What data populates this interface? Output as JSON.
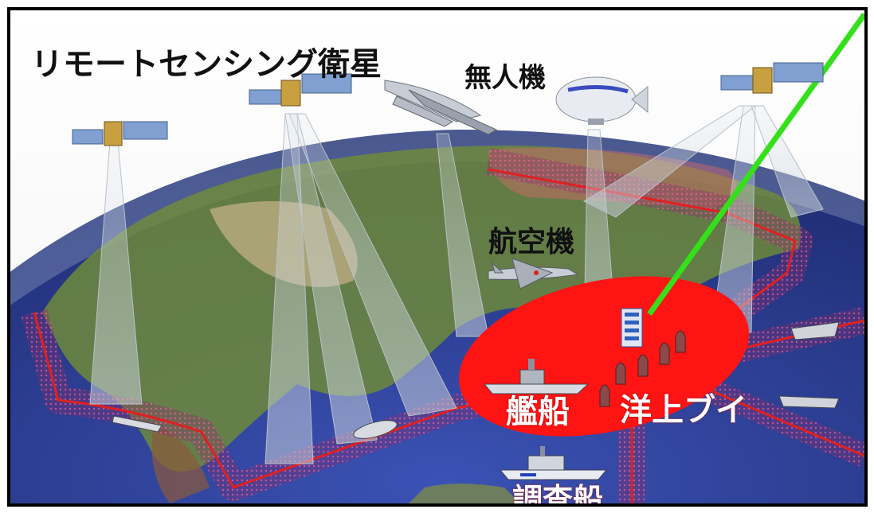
{
  "header_partial_text": "",
  "labels": {
    "satellite": "リモートセンシング衛星",
    "uav": "無人機",
    "aircraft": "航空機",
    "warship": "艦船",
    "buoy": "洋上ブイ",
    "survey_ship": "調査船"
  },
  "colors": {
    "ocean": "#2d3f9a",
    "land": "#6a8a3a",
    "highlight": "#ff1a1a",
    "route": "#e02020",
    "link_line": "#33e01a"
  }
}
